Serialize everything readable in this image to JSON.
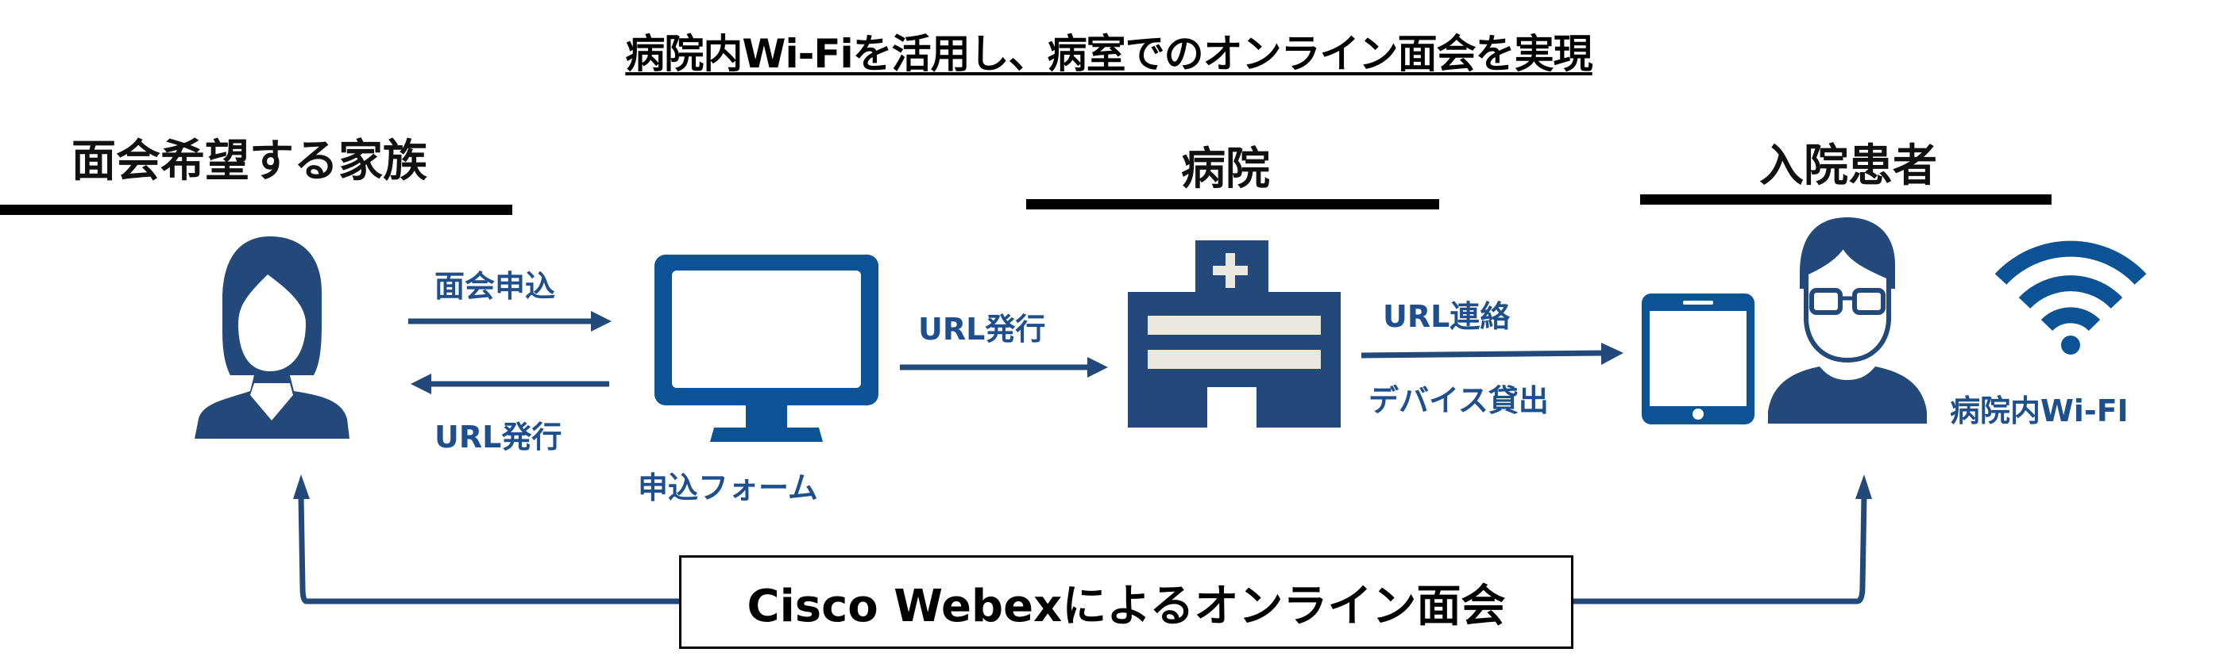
{
  "title": "病院内Wi-Fiを活用し、病室でのオンライン面会を実現",
  "sections": {
    "family": "面会希望する家族",
    "hospital": "病院",
    "patient": "入院患者"
  },
  "flows": {
    "apply": "面会申込",
    "url_issue_back": "URL発行",
    "form_label": "申込フォーム",
    "url_issue": "URL発行",
    "url_contact": "URL連絡",
    "device_lending": "デバイス貸出",
    "wifi_label": "病院内Wi-FI"
  },
  "meeting": "Cisco Webexによるオンライン面会",
  "icons": [
    "person-woman-icon",
    "monitor-icon",
    "hospital-icon",
    "tablet-icon",
    "person-man-icon",
    "wifi-icon"
  ],
  "colors": {
    "navy": "#22497a",
    "monitor": "#0b5394",
    "text_blue": "#1d4f8f",
    "stripe": "#ebe8df"
  }
}
